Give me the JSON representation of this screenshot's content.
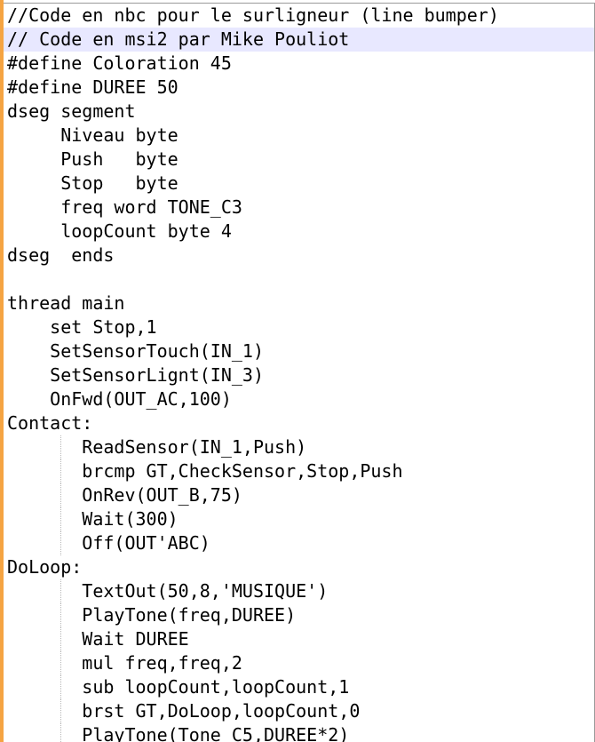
{
  "editor": {
    "current_line_index": 1,
    "accent_color": "#f5a442",
    "current_line_color": "#e8e8ff",
    "lines": [
      "//Code en nbc pour le surligneur (line bumper)",
      "// Code en msi2 par Mike Pouliot",
      "#define Coloration 45",
      "#define DUREE 50",
      "dseg segment",
      "     Niveau byte",
      "     Push   byte",
      "     Stop   byte",
      "     freq word TONE_C3",
      "     loopCount byte 4",
      "dseg  ends",
      "",
      "thread main",
      "    set Stop,1",
      "    SetSensorTouch(IN_1)",
      "    SetSensorLignt(IN_3)",
      "    OnFwd(OUT_AC,100)",
      "Contact:",
      "       ReadSensor(IN_1,Push)",
      "       brcmp GT,CheckSensor,Stop,Push",
      "       OnRev(OUT_B,75)",
      "       Wait(300)",
      "       Off(OUT'ABC)",
      "DoLoop:",
      "       TextOut(50,8,'MUSIQUE')",
      "       PlayTone(freq,DUREE)",
      "       Wait DUREE",
      "       mul freq,freq,2",
      "       sub loopCount,loopCount,1",
      "       brst GT,DoLoop,loopCount,0",
      "       PlayTone(Tone_C5,DUREE*2)"
    ]
  }
}
